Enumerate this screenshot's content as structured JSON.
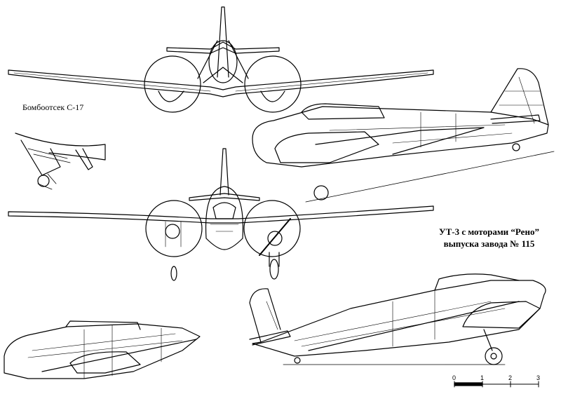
{
  "labels": {
    "bomb_bay": "Бомбоотсек С-17",
    "caption_line1": "УТ-3 с моторами “Рено”",
    "caption_line2": "выпуска завода № 115"
  },
  "scale_bar": {
    "ticks": [
      "0",
      "1",
      "2",
      "3"
    ]
  }
}
